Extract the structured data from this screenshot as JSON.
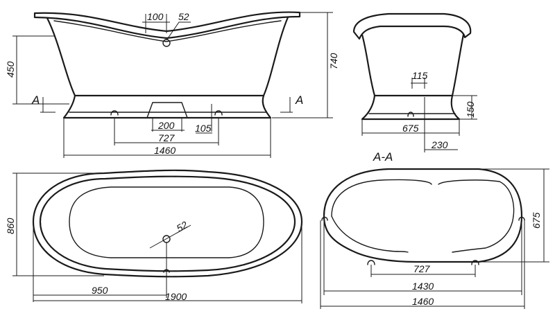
{
  "dimensions": {
    "d100": "100",
    "d52_side": "52",
    "d740": "740",
    "d450": "450",
    "d200": "200",
    "d105": "105",
    "d727_side": "727",
    "d1460_side": "1460",
    "d115": "115",
    "d150": "150",
    "d675_front": "675",
    "d230": "230",
    "d860": "860",
    "d52_top": "52",
    "d950": "950",
    "d1900": "1900",
    "d675_sec": "675",
    "d727_sec": "727",
    "d1430": "1430",
    "d1460_sec": "1460"
  },
  "section_marks": {
    "left": "A",
    "right": "A",
    "title": "A-A"
  }
}
